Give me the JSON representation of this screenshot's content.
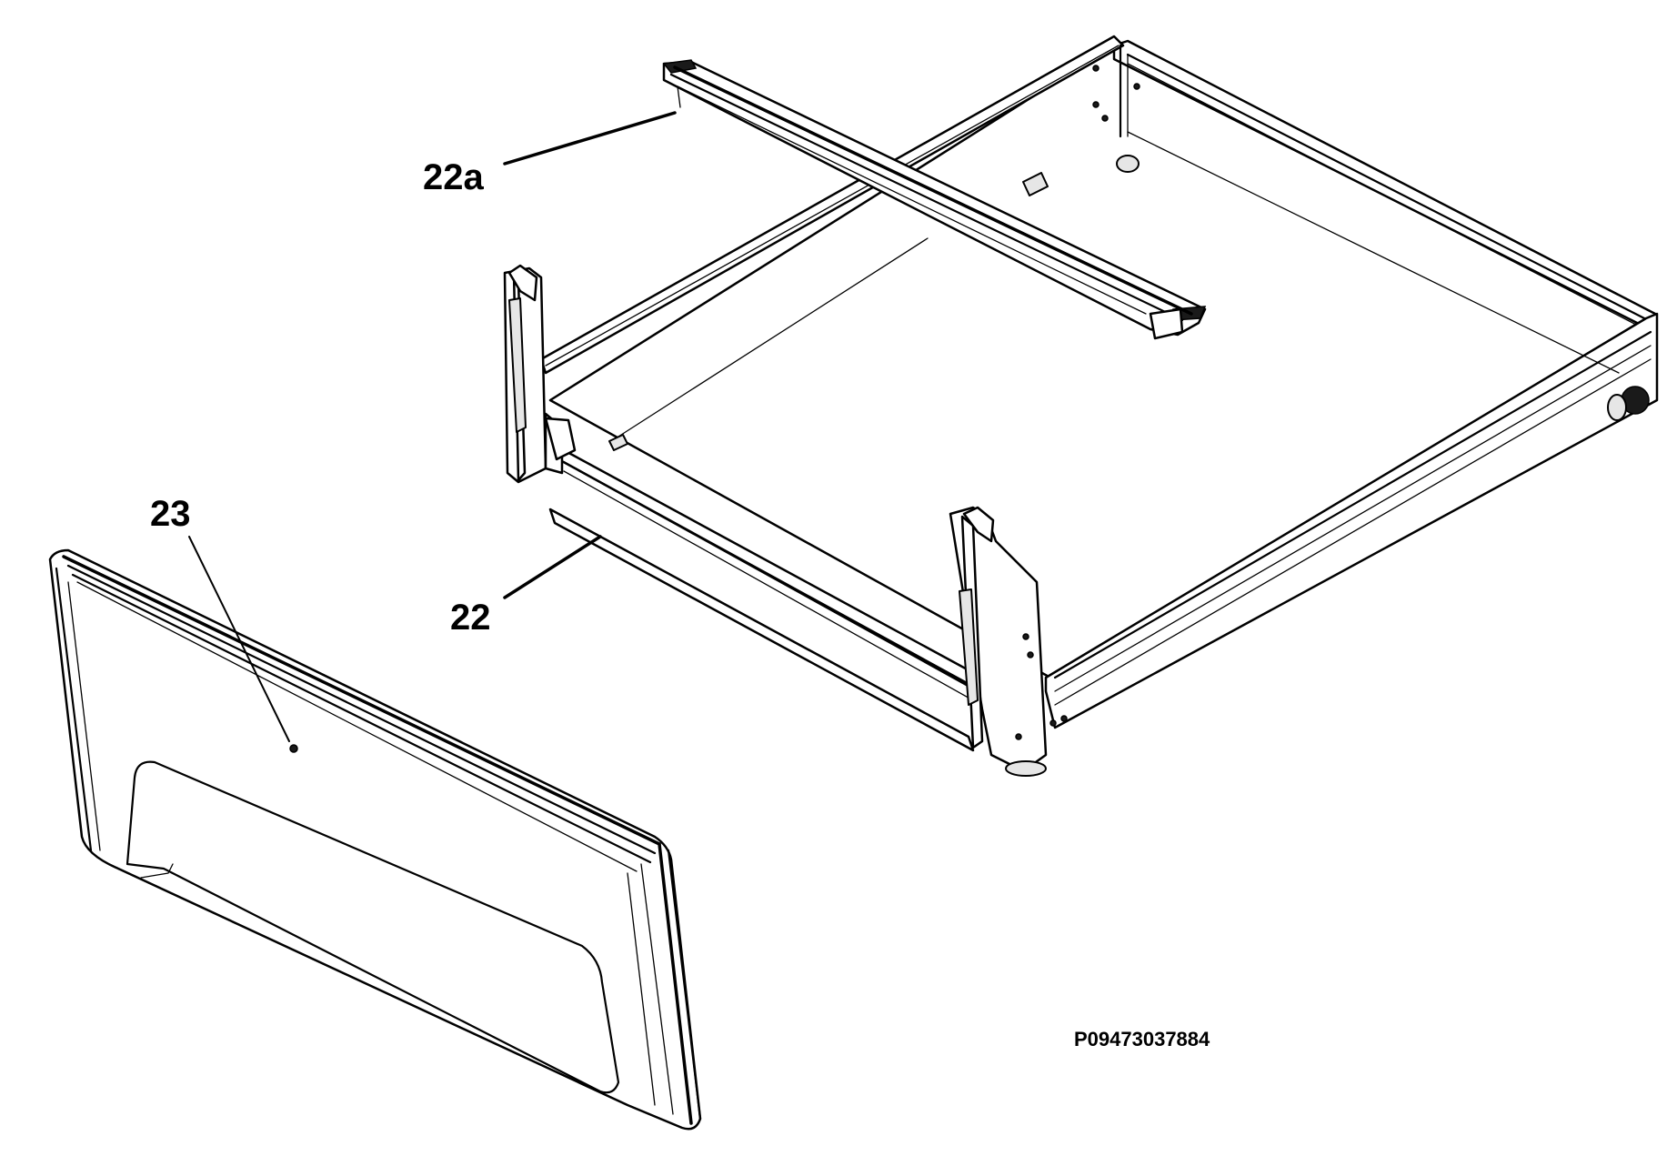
{
  "diagram": {
    "reference_code": "P09473037884",
    "callouts": [
      {
        "id": "22a",
        "label": "22a"
      },
      {
        "id": "22",
        "label": "22"
      },
      {
        "id": "23",
        "label": "23"
      }
    ]
  }
}
